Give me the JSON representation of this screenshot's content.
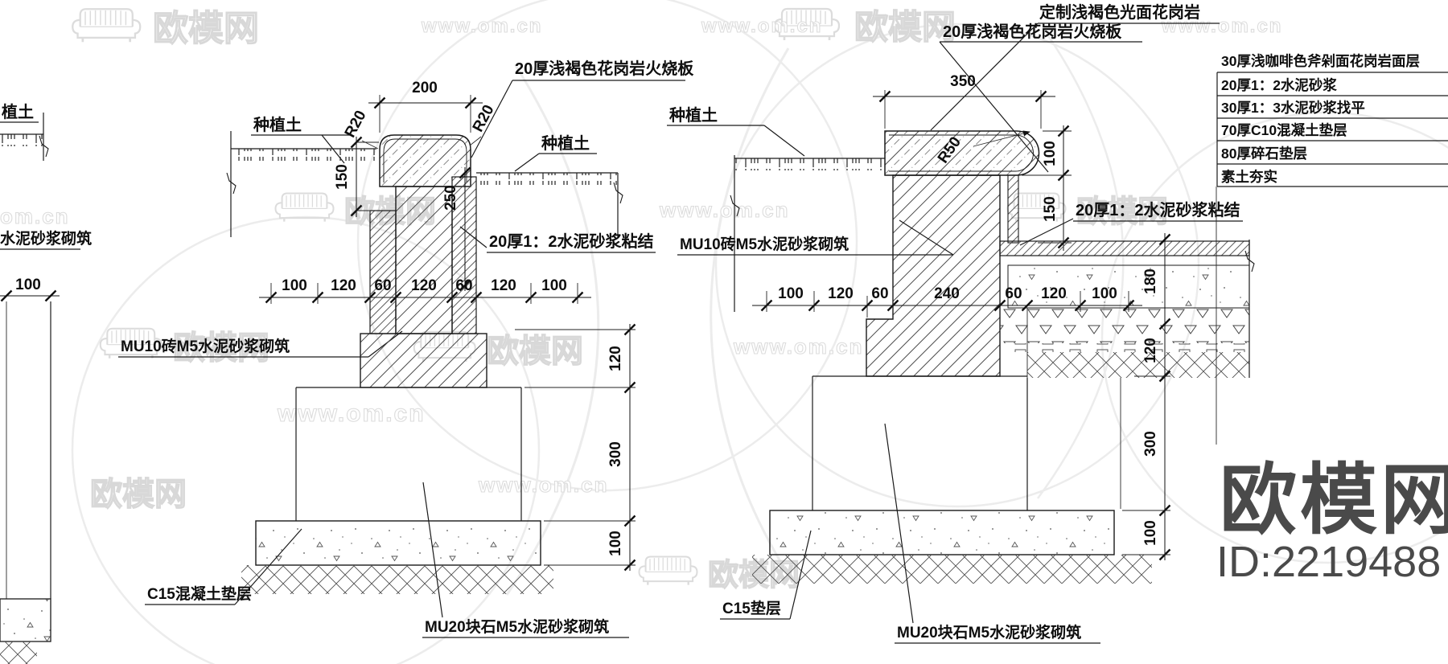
{
  "watermark": {
    "brand": "欧模网",
    "url": "www.om.cn",
    "url_short": "om.cn",
    "id": "ID:2219488",
    "dark": "#4a4a4a",
    "light": "#dcdcdc"
  },
  "left_partial": {
    "soil": "植土",
    "masonry": "水泥砂浆砌筑",
    "d100": "100"
  },
  "left": {
    "cap": "20厚浅褐色花岗岩火烧板",
    "soil": "种植土",
    "r20": "R20",
    "d200": "200",
    "d150": "150",
    "d250": "250",
    "bond": "20厚1：2水泥砂浆粘结",
    "wall": "MU10砖M5水泥砂浆砌筑",
    "hd": [
      "100",
      "120",
      "60",
      "120",
      "60",
      "120",
      "100"
    ],
    "vd": [
      "120",
      "300",
      "100"
    ],
    "c15": "C15混凝土垫层",
    "mu20": "MU20块石M5水泥砂浆砌筑"
  },
  "right": {
    "custom": "定制浅褐色光面花岗岩",
    "cap": "20厚浅褐色花岗岩火烧板",
    "soil": "种植土",
    "r50": "R50",
    "d350": "350",
    "d100": "100",
    "d150": "150",
    "bond": "20厚1：2水泥砂浆粘结",
    "wall": "MU10砖M5水泥砂浆砌筑",
    "hd": [
      "100",
      "120",
      "60",
      "240",
      "60",
      "120",
      "100"
    ],
    "vd": [
      "180",
      "120",
      "300",
      "100"
    ],
    "c15": "C15垫层",
    "mu20": "MU20块石M5水泥砂浆砌筑",
    "table": [
      "30厚浅咖啡色斧剁面花岗岩面层",
      "20厚1：2水泥砂浆",
      "30厚1：3水泥砂浆找平",
      "70厚C10混凝土垫层",
      "80厚碎石垫层",
      "素土夯实"
    ]
  }
}
